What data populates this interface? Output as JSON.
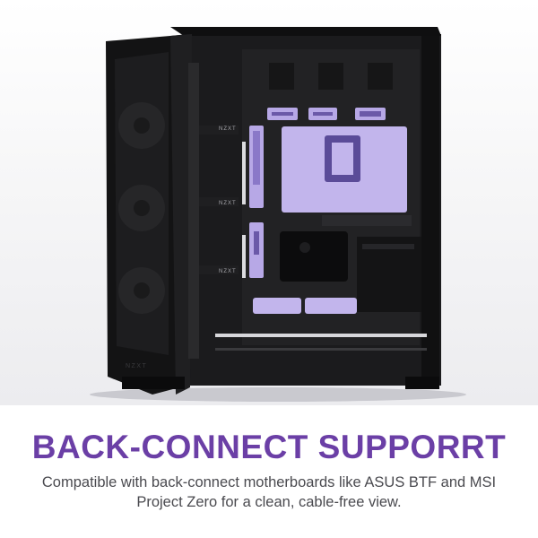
{
  "headline": "BACK-CONNECT SUPPORRT",
  "caption": "Compatible with back-connect motherboards like ASUS BTF and MSI Project Zero for a clean, cable-free view.",
  "brand_marks": [
    "NZXT",
    "NZXT",
    "NZXT",
    "NZXT"
  ],
  "colors": {
    "accent": "#6b3fa6",
    "lavender": "#b7a8e6",
    "case_black": "#151516"
  }
}
